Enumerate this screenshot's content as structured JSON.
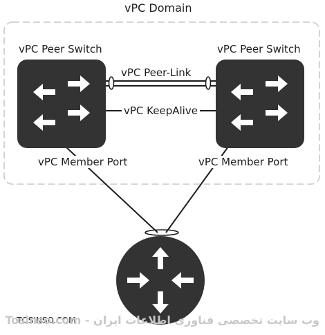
{
  "domain_label": "vPC Domain",
  "switch_left": {
    "label": "vPC Peer Switch"
  },
  "switch_right": {
    "label": "vPC Peer Switch"
  },
  "peer_link": {
    "label": "vPC Peer-Link"
  },
  "keepalive": {
    "label": "vPC KeepAlive"
  },
  "member_port_left": {
    "label": "vPC Member Port"
  },
  "member_port_right": {
    "label": "vPC Member Port"
  },
  "watermark": {
    "left": "TOSINSO.COM",
    "right": "Tosinso.com - وب سایت تخصصی فناوری اطلاعات ایران"
  },
  "icons": {
    "switch": "switch-arrows-icon",
    "router": "router-cross-arrows-icon"
  },
  "colors": {
    "device_fill": "#333333",
    "arrow_fill": "#ffffff",
    "dashed_border": "#c8c8c8",
    "line": "#1c1c1c"
  }
}
